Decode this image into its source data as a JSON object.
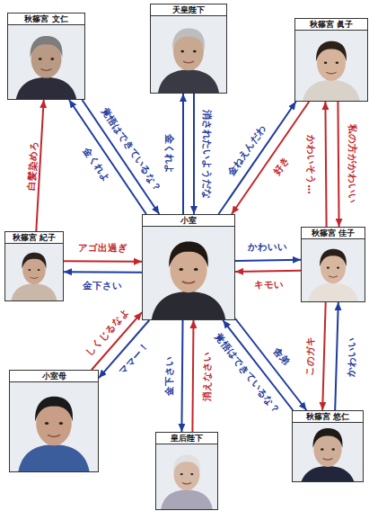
{
  "diagram": {
    "nodes": [
      {
        "text": [
          "秋篠宮 文仁"
        ]
      },
      {
        "text": [
          "天皇陛下"
        ]
      },
      {
        "text": [
          "秋篠宮 眞子"
        ]
      },
      {
        "text": [
          "秋篠宮 紀子"
        ]
      },
      {
        "text": [
          "小室"
        ]
      },
      {
        "text": [
          "秋篠宮 佳子"
        ]
      },
      {
        "text": [
          "小室母"
        ]
      },
      {
        "text": [
          "皇后陛下"
        ]
      },
      {
        "text": [
          "秋篠宮 悠仁"
        ]
      }
    ],
    "edges": [
      {
        "from": 0,
        "to": 4,
        "label": "覚悟はできているな？",
        "arrow": "to"
      },
      {
        "from": 4,
        "to": 0,
        "label": "金くれよ",
        "arrow": "to"
      },
      {
        "from": 3,
        "to": 0,
        "label": "白髪染めろ",
        "arrow": "to"
      },
      {
        "from": 4,
        "to": 1,
        "label": "金くれよ",
        "arrow": "to"
      },
      {
        "from": 1,
        "to": 4,
        "label": "消されたいようだな",
        "arrow": "to"
      },
      {
        "from": 4,
        "to": 2,
        "label": "金ねえんだわ",
        "arrow": "to"
      },
      {
        "from": 2,
        "to": 4,
        "label": "好き",
        "arrow": "to"
      },
      {
        "from": 5,
        "to": 2,
        "label": "かわいそう…",
        "arrow": "to"
      },
      {
        "from": 2,
        "to": 5,
        "label": "私の方がかわいい",
        "arrow": "to"
      },
      {
        "from": 3,
        "to": 4,
        "label": "アゴ出過ぎ",
        "arrow": "to"
      },
      {
        "from": 4,
        "to": 3,
        "label": "金下さい",
        "arrow": "to"
      },
      {
        "from": 4,
        "to": 5,
        "label": "かわいい",
        "arrow": "to"
      },
      {
        "from": 5,
        "to": 4,
        "label": "キモい",
        "arrow": "to"
      },
      {
        "from": 6,
        "to": 4,
        "label": "しくじるなよ",
        "arrow": "to"
      },
      {
        "from": 4,
        "to": 6,
        "label": "ママー！",
        "arrow": "to"
      },
      {
        "from": 4,
        "to": 7,
        "label": "金下さい",
        "arrow": "to"
      },
      {
        "from": 7,
        "to": 4,
        "label": "消えなさい",
        "arrow": "to"
      },
      {
        "from": 8,
        "to": 4,
        "label": "覚悟はできているな？",
        "arrow": "to"
      },
      {
        "from": 4,
        "to": 8,
        "label": "舎弟",
        "arrow": "to"
      },
      {
        "from": 8,
        "to": 5,
        "label": "かわいい",
        "arrow": "to"
      },
      {
        "from": 5,
        "to": 8,
        "label": "このガキ",
        "arrow": "to"
      }
    ]
  }
}
